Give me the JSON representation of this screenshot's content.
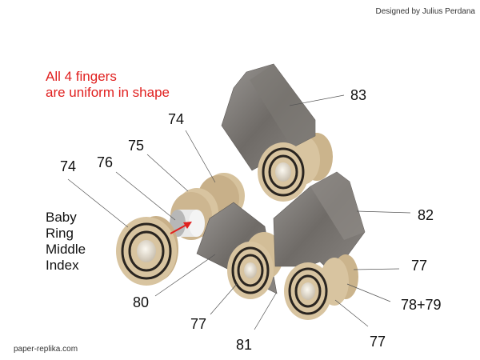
{
  "credit": "Designed by Julius Perdana",
  "website": "paper-replika.com",
  "note": [
    "All 4 fingers",
    "are uniform in shape"
  ],
  "fingers": [
    "Baby",
    "Ring",
    "Middle",
    "Index"
  ],
  "part_labels": {
    "p83": "83",
    "p74_top": "74",
    "p75": "75",
    "p76": "76",
    "p74_left": "74",
    "p82": "82",
    "p77_right": "77",
    "p78_79": "78+79",
    "p80": "80",
    "p77_bottom": "77",
    "p81": "81",
    "p77_lower_right": "77"
  },
  "colors": {
    "note": "#e0201f",
    "wood": "#d8c4a0",
    "metal": "#77736f",
    "arrow": "#e0201f"
  }
}
